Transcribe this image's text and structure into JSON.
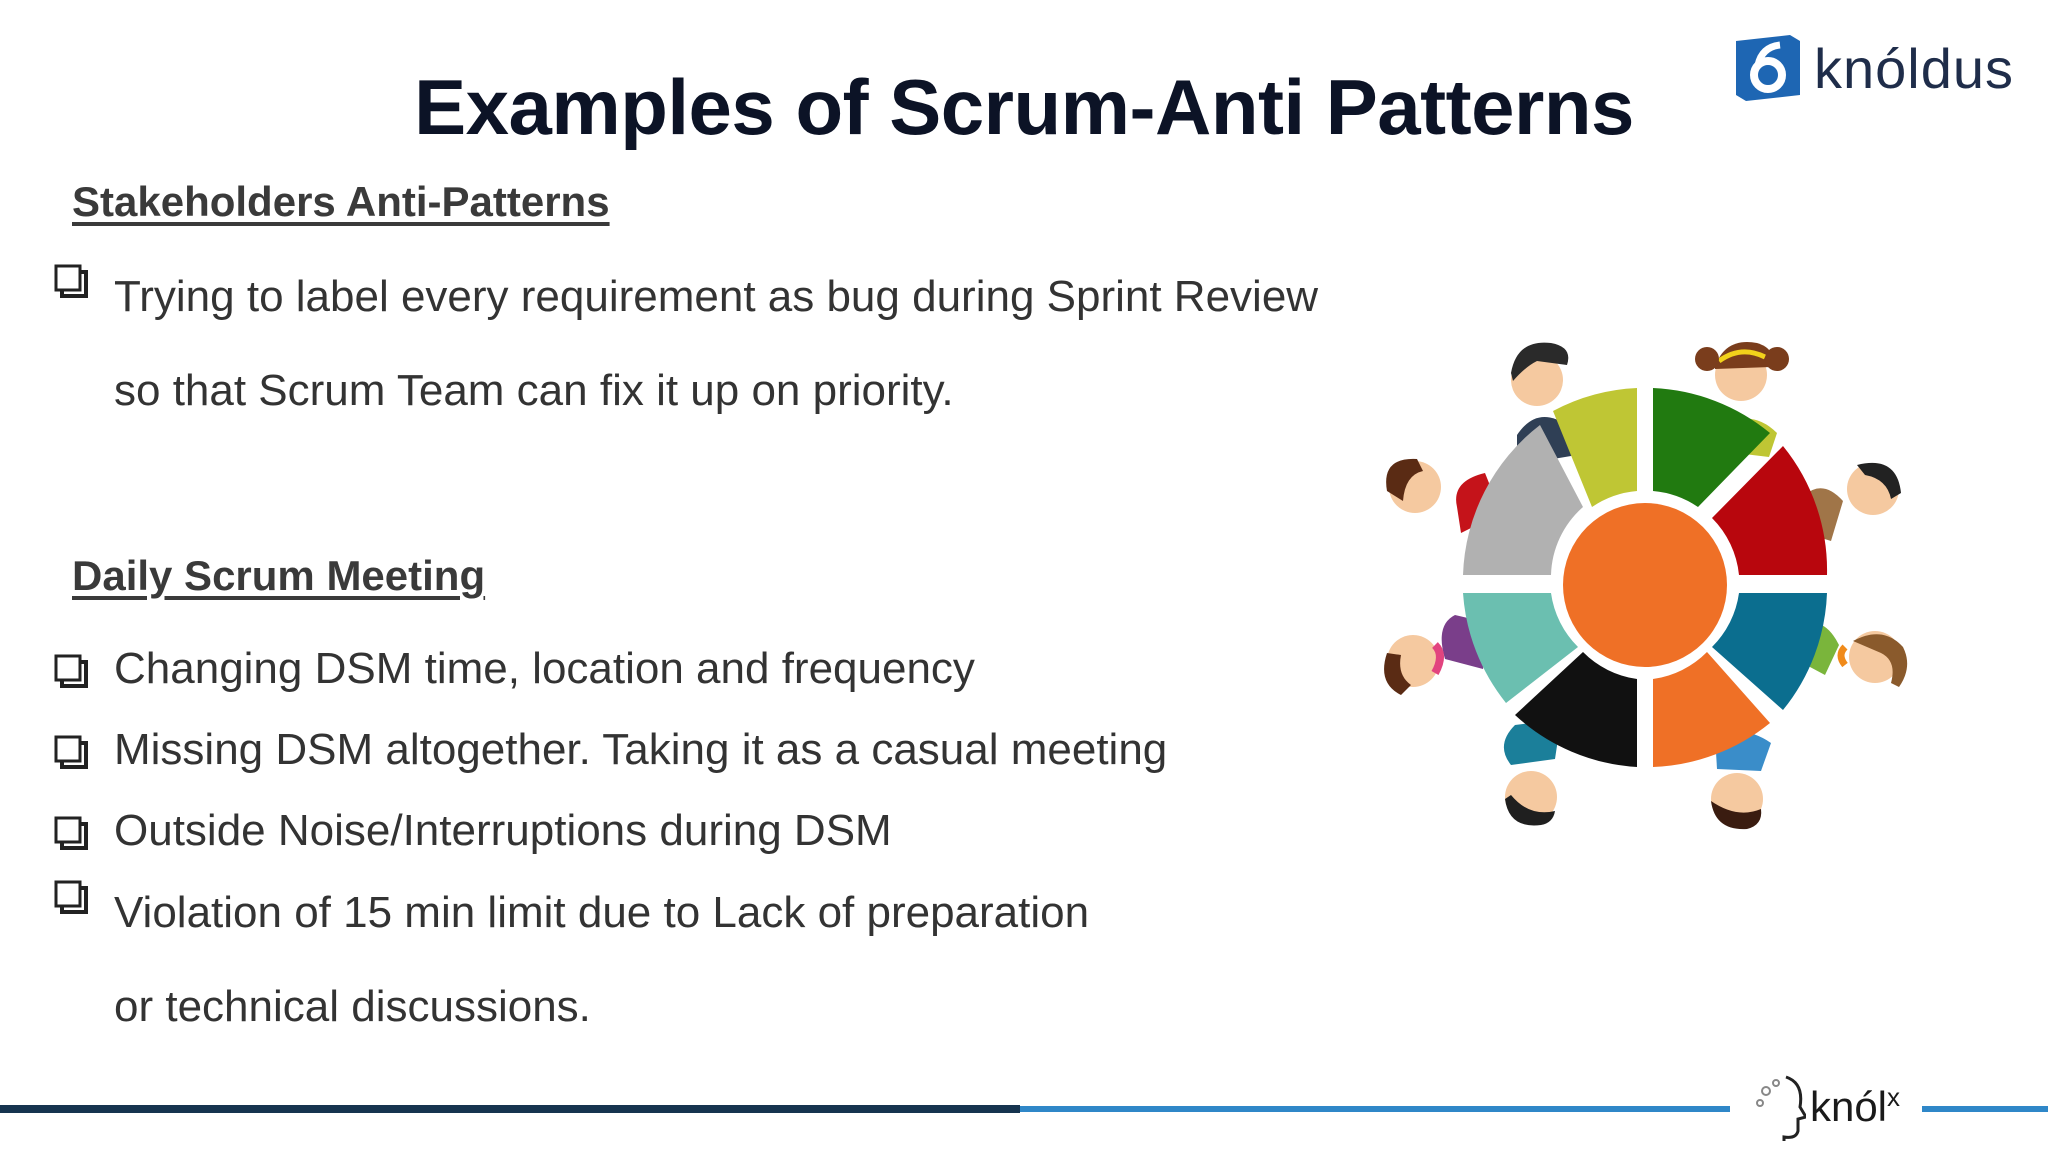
{
  "slide": {
    "title": "Examples of Scrum-Anti Patterns",
    "brand": {
      "name": "knóldus",
      "footer_name": "knól",
      "footer_sup": "x"
    },
    "section1": {
      "heading": "Stakeholders Anti-Patterns",
      "bullets": [
        {
          "line1": "Trying to label every requirement as bug during Sprint Review",
          "line2": "so that Scrum Team can fix it up on priority."
        }
      ]
    },
    "section2": {
      "heading": "Daily Scrum Meeting",
      "bullets": [
        {
          "text": "Changing DSM time, location and frequency"
        },
        {
          "text": "Missing DSM altogether. Taking it as a casual meeting"
        },
        {
          "text": "Outside Noise/Interruptions during DSM"
        },
        {
          "line1": "Violation of 15 min limit due to Lack of preparation",
          "line2": "or technical discussions."
        }
      ]
    },
    "colors": {
      "title": "#0c1326",
      "brand_blue": "#1e66b3",
      "footer_dark": "#16344f",
      "footer_light": "#2f87c8",
      "center": "#ef7026",
      "segments": [
        "#bfc634",
        "#217a10",
        "#b8060d",
        "#0b6e8f",
        "#ef7026",
        "#111111",
        "#6bbfb0",
        "#b1b1b1"
      ]
    },
    "icons": {
      "bullet": "checkbox-bullet-icon",
      "logo": "knoldus-logo-icon",
      "footer_logo": "knolx-head-icon",
      "illustration": "team-round-table-illustration"
    }
  }
}
